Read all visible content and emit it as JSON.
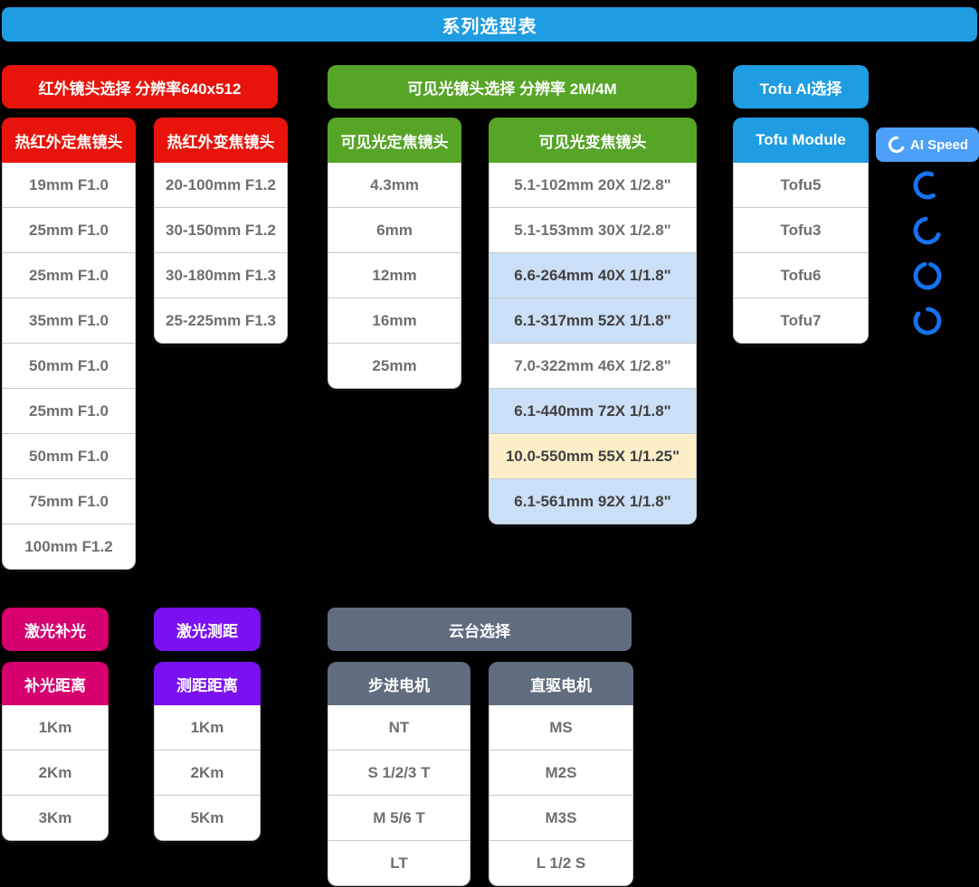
{
  "page": {
    "title": "系列选型表"
  },
  "colors": {
    "banner_blue": "#1e9de2",
    "red": "#e8140c",
    "green": "#56a527",
    "tofu_blue": "#1e9de2",
    "badge_blue": "#4da0f8",
    "spinner_blue": "#1673f0",
    "pink": "#d6006e",
    "purple": "#7a11f2",
    "slate": "#5f6d7e",
    "highlight_blue": "#cbdff6",
    "highlight_yellow": "#fcefc8"
  },
  "sections": {
    "thermal": {
      "header": "红外镜头选择  分辨率640x512",
      "columns": [
        {
          "header": "热红外定焦镜头",
          "items": [
            "19mm F1.0",
            "25mm F1.0",
            "25mm F1.0",
            "35mm F1.0",
            "50mm F1.0",
            "25mm F1.0",
            "50mm F1.0",
            "75mm F1.0",
            "100mm F1.2"
          ]
        },
        {
          "header": "热红外变焦镜头",
          "items": [
            "20-100mm F1.2",
            "30-150mm F1.2",
            "30-180mm F1.3",
            "25-225mm F1.3"
          ]
        }
      ]
    },
    "visible": {
      "header": "可见光镜头选择  分辨率 2M/4M",
      "columns": [
        {
          "header": "可见光定焦镜头",
          "items": [
            "4.3mm",
            "6mm",
            "12mm",
            "16mm",
            "25mm"
          ]
        },
        {
          "header": "可见光变焦镜头",
          "items": [
            {
              "label": "5.1-102mm 20X 1/2.8\""
            },
            {
              "label": "5.1-153mm 30X 1/2.8\""
            },
            {
              "label": "6.6-264mm 40X 1/1.8\"",
              "highlight": "blue"
            },
            {
              "label": "6.1-317mm 52X 1/1.8\"",
              "highlight": "blue"
            },
            {
              "label": "7.0-322mm 46X 1/2.8\""
            },
            {
              "label": "6.1-440mm 72X 1/1.8\"",
              "highlight": "blue"
            },
            {
              "label": "10.0-550mm 55X 1/1.25\"",
              "highlight": "yellow"
            },
            {
              "label": "6.1-561mm 92X 1/1.8\"",
              "highlight": "blue"
            }
          ]
        }
      ]
    },
    "tofu": {
      "header": "Tofu AI选择",
      "column_header": "Tofu Module",
      "items": [
        "Tofu5",
        "Tofu3",
        "Tofu6",
        "Tofu7"
      ],
      "ai_speed_label": "AI Speed",
      "speed_arcs": [
        {
          "module": "Tofu5",
          "arc_deg": 230,
          "gap_center_deg": -5
        },
        {
          "module": "Tofu3",
          "arc_deg": 240,
          "gap_center_deg": -40
        },
        {
          "module": "Tofu6",
          "arc_deg": 330,
          "gap_center_deg": -90
        },
        {
          "module": "Tofu7",
          "arc_deg": 305,
          "gap_center_deg": -115
        }
      ]
    },
    "laser_fill": {
      "header": "激光补光",
      "column_header": "补光距离",
      "items": [
        "1Km",
        "2Km",
        "3Km"
      ]
    },
    "laser_range": {
      "header": "激光测距",
      "column_header": "测距距离",
      "items": [
        "1Km",
        "2Km",
        "5Km"
      ]
    },
    "gimbal": {
      "header": "云台选择",
      "columns": [
        {
          "header": "步进电机",
          "items": [
            "NT",
            "S 1/2/3 T",
            "M 5/6 T",
            "LT"
          ]
        },
        {
          "header": "直驱电机",
          "items": [
            "MS",
            "M2S",
            "M3S",
            "L 1/2 S"
          ]
        }
      ]
    }
  }
}
